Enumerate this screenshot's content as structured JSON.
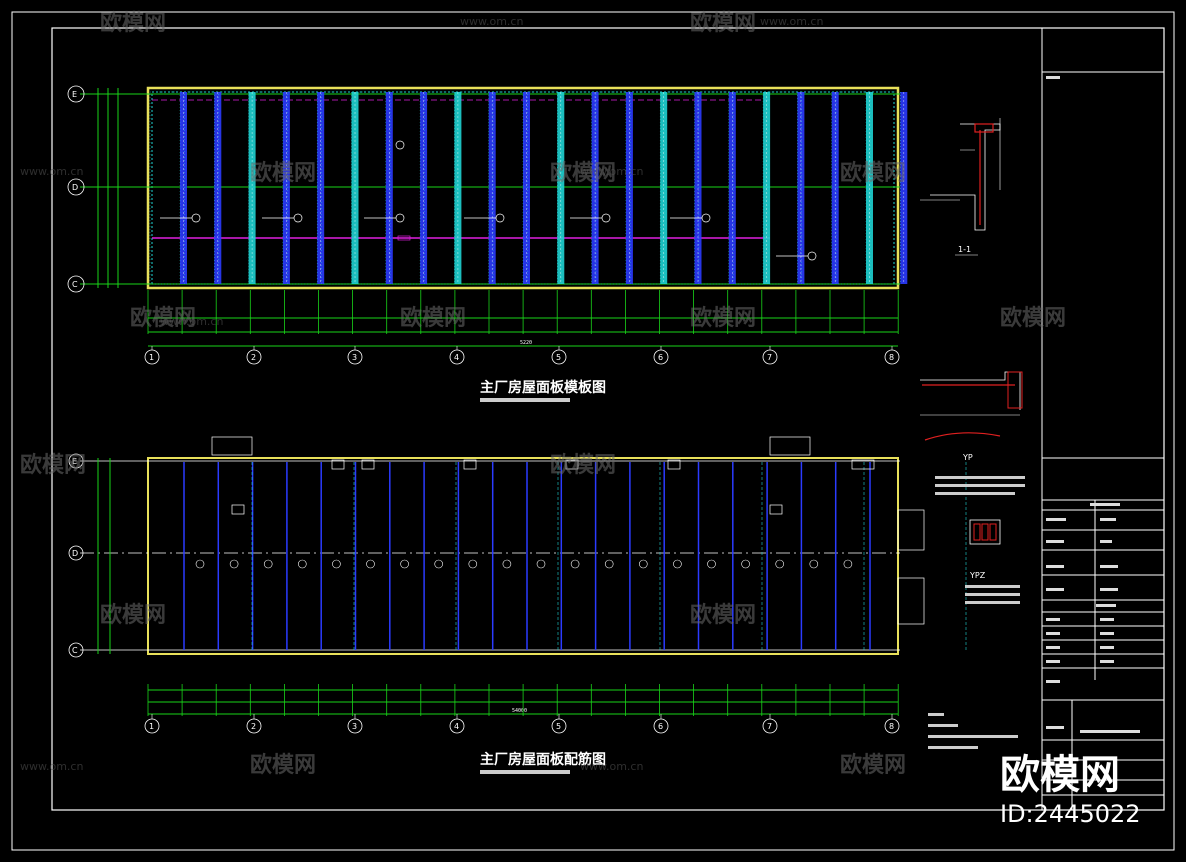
{
  "top_plan": {
    "title": "主厂房屋面板模板图",
    "axis_rows": [
      "E",
      "D",
      "C"
    ],
    "axis_cols": [
      "1",
      "2",
      "3",
      "4",
      "5",
      "6",
      "7",
      "8"
    ],
    "total_dim": "5220"
  },
  "bottom_plan": {
    "title": "主厂房屋面板配筋图",
    "axis_rows": [
      "E",
      "D",
      "C"
    ],
    "axis_cols": [
      "1",
      "2",
      "3",
      "4",
      "5",
      "6",
      "7",
      "8"
    ],
    "total_dim": "54000"
  },
  "details": {
    "section_label": "1-1",
    "yp_label": "YP",
    "ypz_label": "YPZ"
  },
  "watermark": {
    "brand": "欧模网",
    "url": "www.om.cn",
    "id_text": "ID:2445022"
  },
  "colors": {
    "frame": "#ffffff",
    "dim_green": "#19d419",
    "beam_blue": "#2b3bff",
    "beam_cyan": "#1fd3d3",
    "magenta": "#e020e0",
    "yellow": "#e8e05a",
    "red": "#e02020"
  }
}
